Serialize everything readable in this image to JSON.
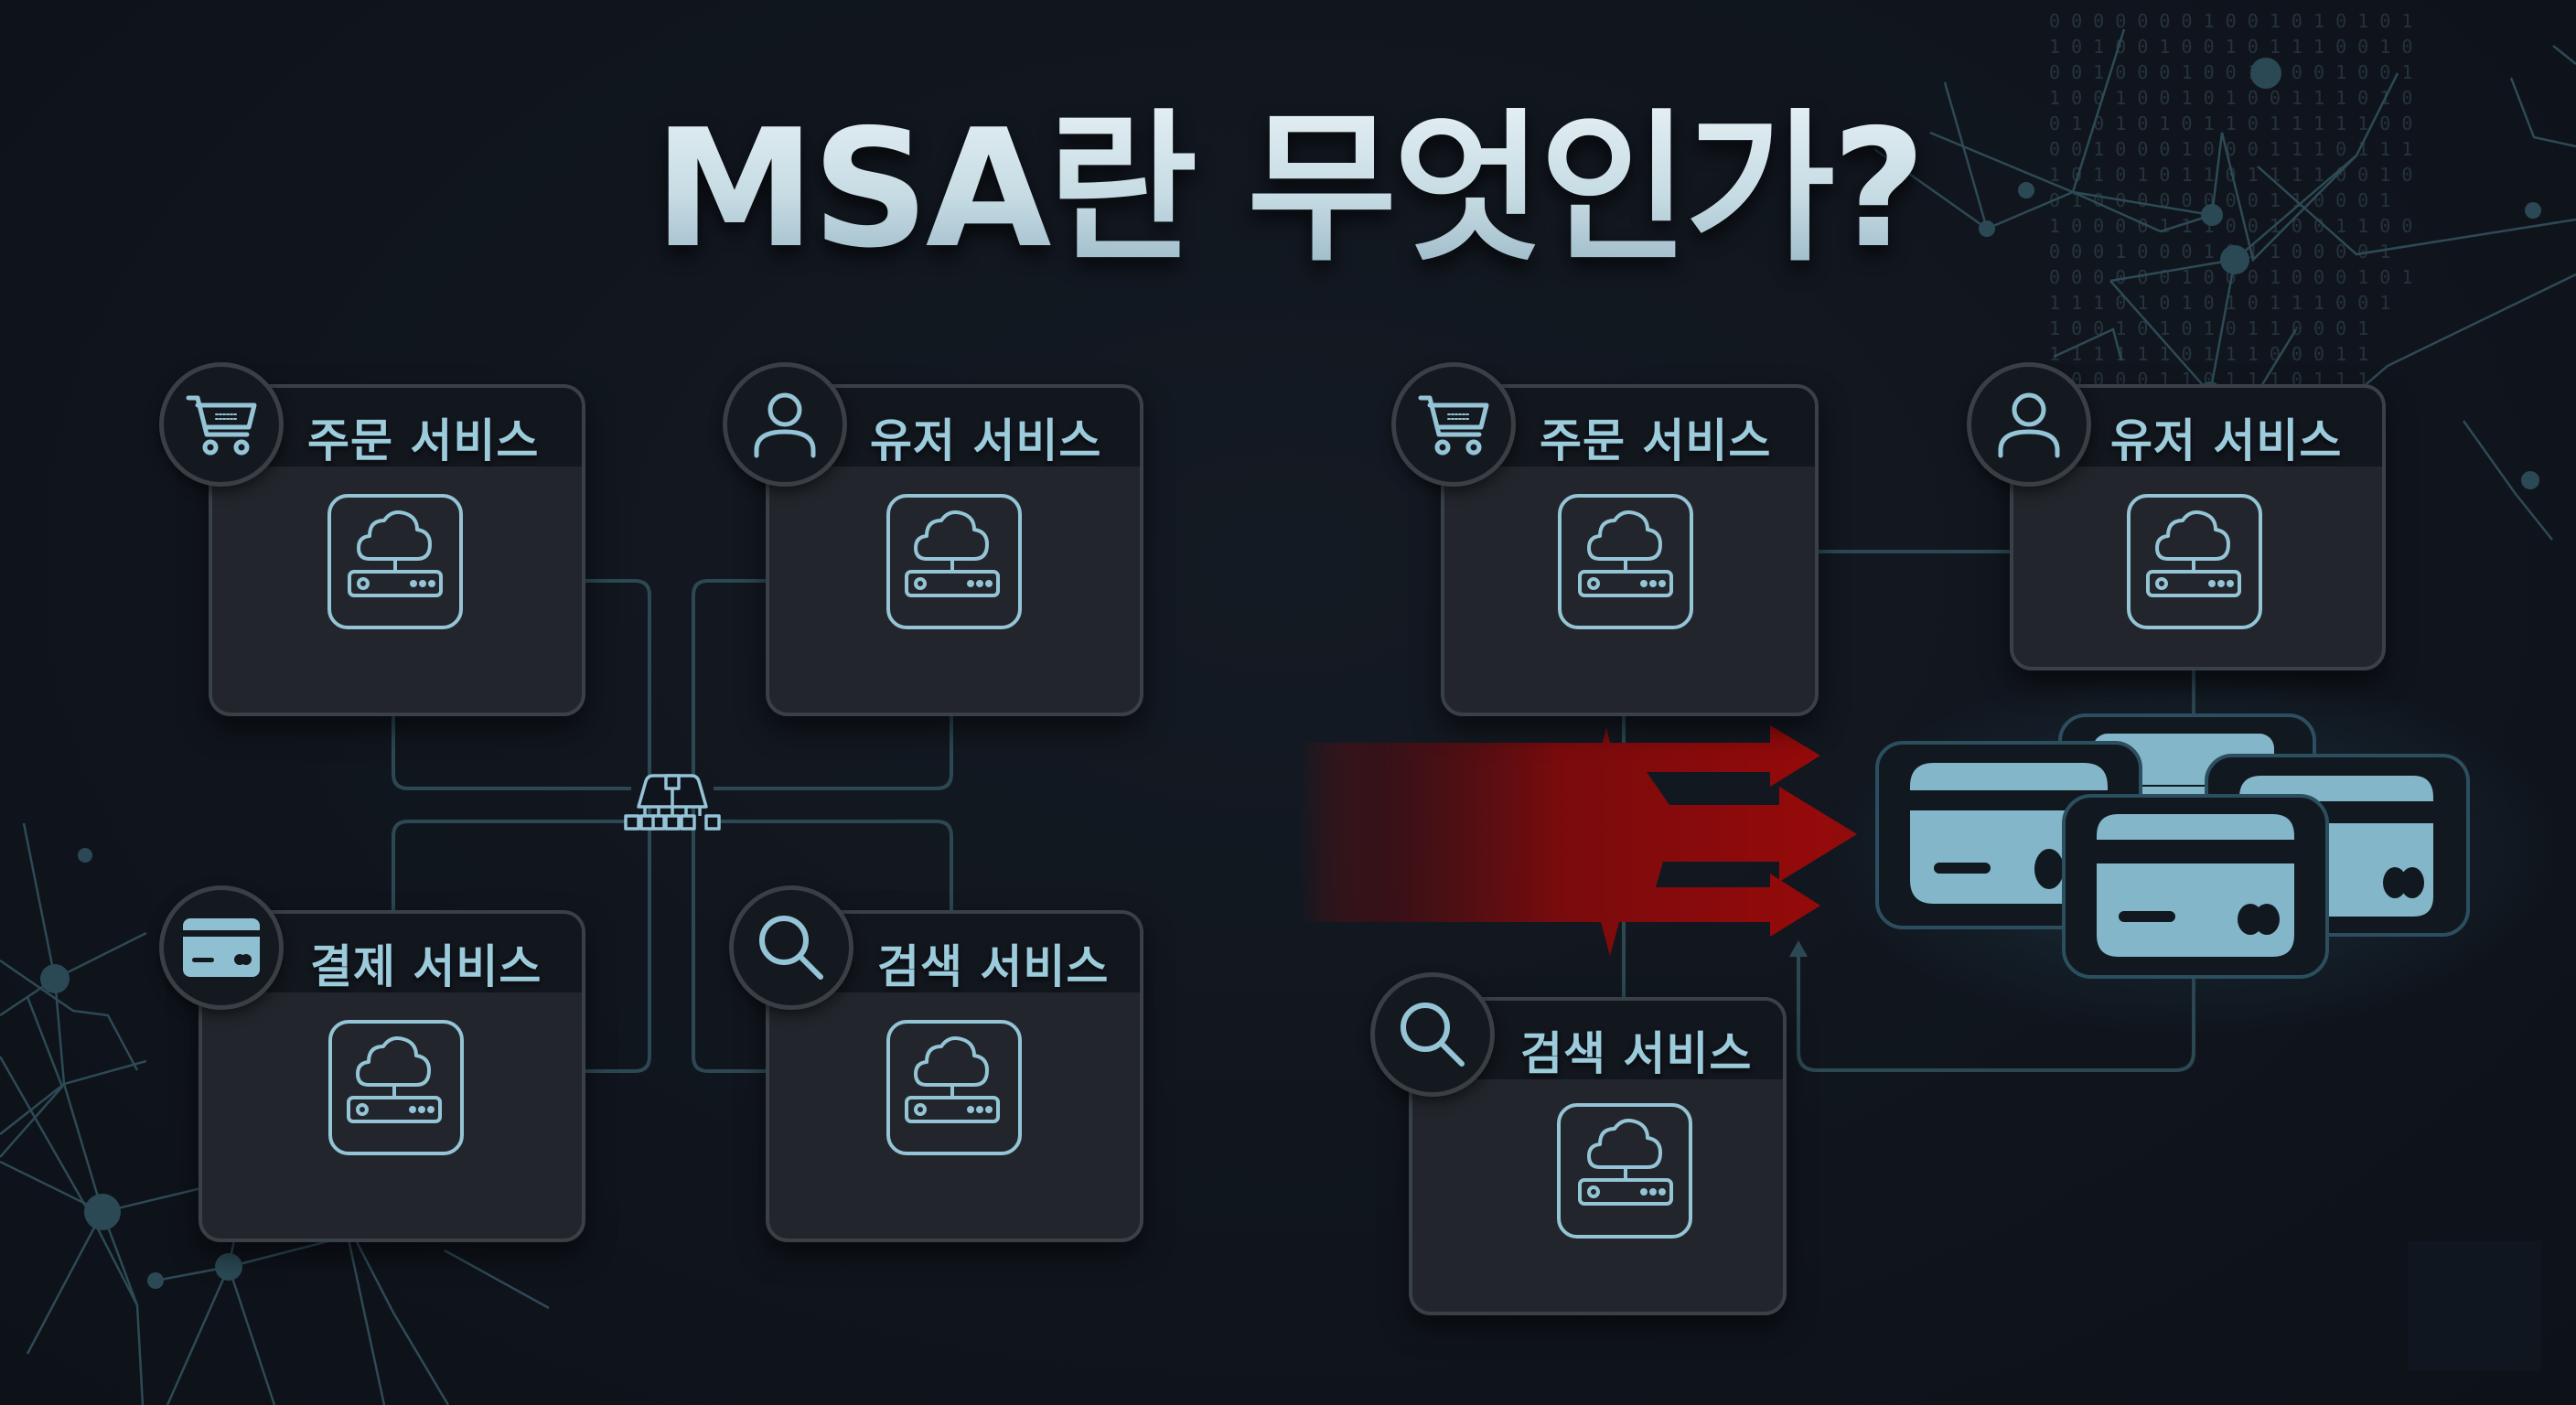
{
  "title": "MSA란 무엇인가?",
  "colors": {
    "background": "#10151d",
    "card": "#22262c",
    "card_header": "#12161d",
    "card_border": "#3a4047",
    "accent": "#94c4d6",
    "connector": "#2c4853",
    "arrow_red": "#9a0b0b",
    "credit_card_fill": "#82b6c8"
  },
  "left_diagram": {
    "description": "Services connected via central hub",
    "hub_icon": "network-hub-icon",
    "services": [
      {
        "label": "주문 서비스",
        "icon": "shopping-cart-icon",
        "body_icon": "cloud-server-icon"
      },
      {
        "label": "유저 서비스",
        "icon": "user-icon",
        "body_icon": "cloud-server-icon"
      },
      {
        "label": "결제 서비스",
        "icon": "credit-card-icon",
        "body_icon": "cloud-server-icon"
      },
      {
        "label": "검색 서비스",
        "icon": "search-icon",
        "body_icon": "cloud-server-icon"
      }
    ]
  },
  "right_diagram": {
    "description": "Traffic surge to payment service, scaled into multiple instances",
    "services": [
      {
        "label": "주문 서비스",
        "icon": "shopping-cart-icon",
        "body_icon": "cloud-server-icon"
      },
      {
        "label": "유저 서비스",
        "icon": "user-icon",
        "body_icon": "cloud-server-icon"
      },
      {
        "label": "검색 서비스",
        "icon": "search-icon",
        "body_icon": "cloud-server-icon"
      }
    ],
    "traffic_arrows": 3,
    "scaled_instances": {
      "icon": "credit-card-icon",
      "count": 4
    }
  }
}
